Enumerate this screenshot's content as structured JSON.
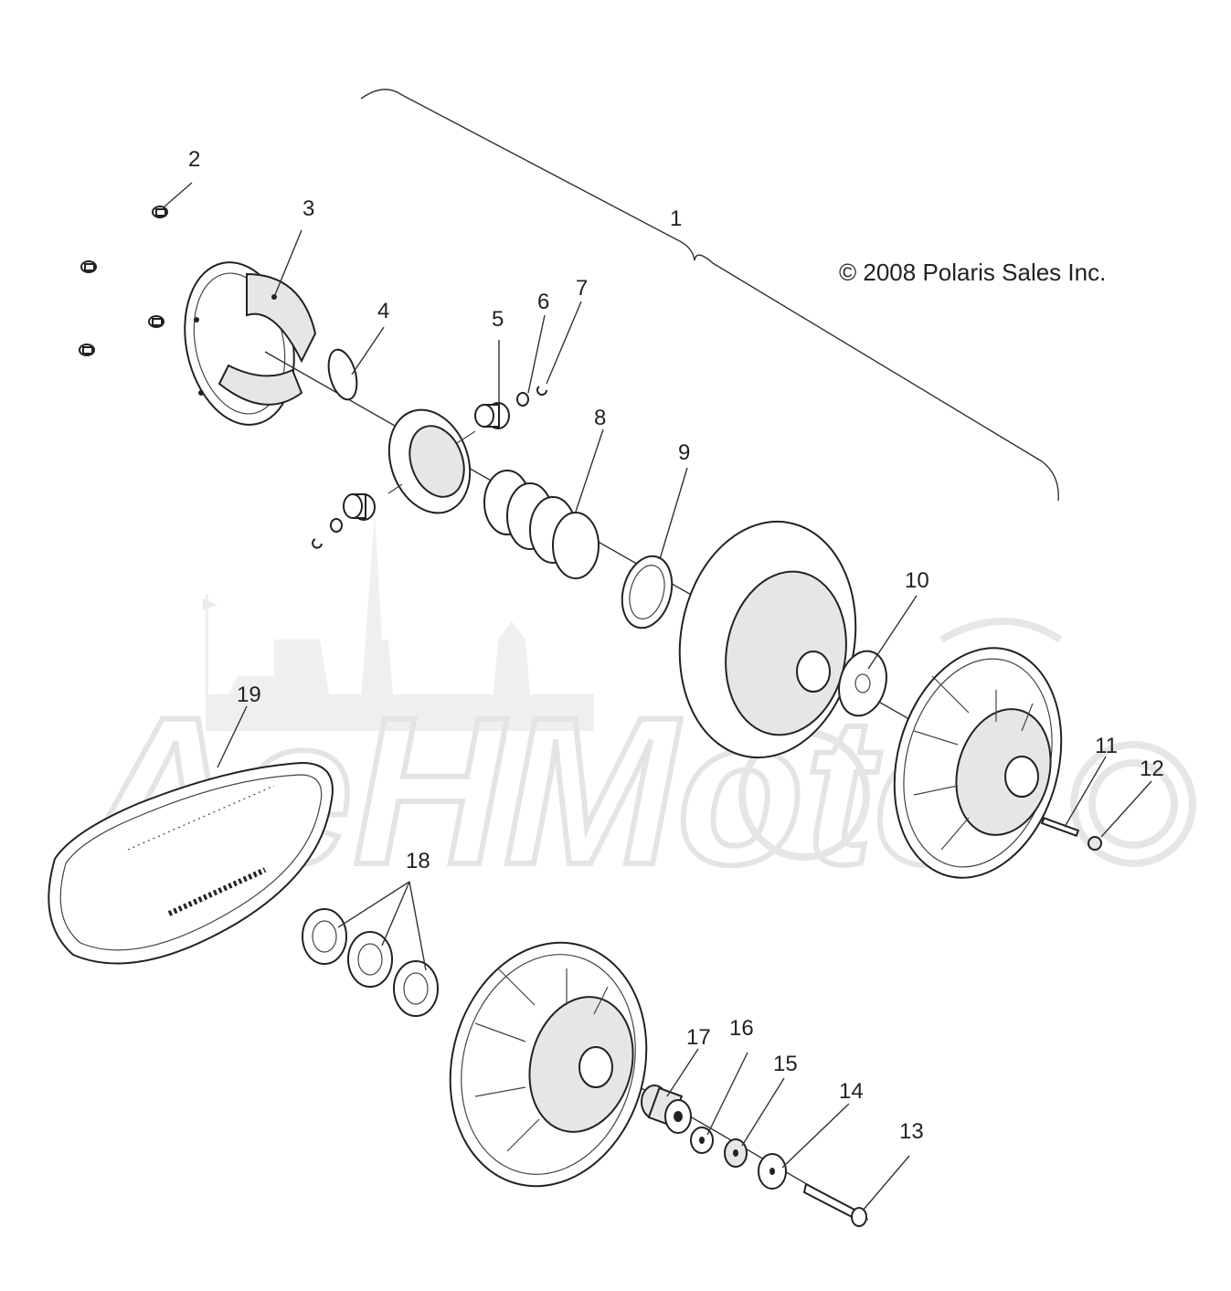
{
  "copyright": "© 2008 Polaris Sales Inc.",
  "watermark": {
    "brand": "AehMoto",
    "color": "#e2e2e2"
  },
  "callouts": [
    {
      "id": "1",
      "text": "1"
    },
    {
      "id": "2",
      "text": "2"
    },
    {
      "id": "3",
      "text": "3"
    },
    {
      "id": "4",
      "text": "4"
    },
    {
      "id": "5",
      "text": "5"
    },
    {
      "id": "6",
      "text": "6"
    },
    {
      "id": "7",
      "text": "7"
    },
    {
      "id": "8",
      "text": "8"
    },
    {
      "id": "9",
      "text": "9"
    },
    {
      "id": "10",
      "text": "10"
    },
    {
      "id": "11",
      "text": "11"
    },
    {
      "id": "12",
      "text": "12"
    },
    {
      "id": "13",
      "text": "13"
    },
    {
      "id": "14",
      "text": "14"
    },
    {
      "id": "15",
      "text": "15"
    },
    {
      "id": "16",
      "text": "16"
    },
    {
      "id": "17",
      "text": "17"
    },
    {
      "id": "18",
      "text": "18"
    },
    {
      "id": "19",
      "text": "19"
    }
  ]
}
